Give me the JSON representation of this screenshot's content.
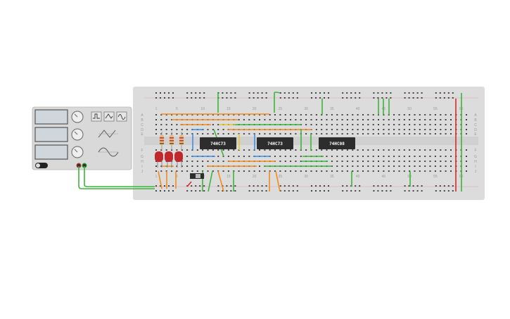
{
  "canvas": {
    "background": "#ffffff"
  },
  "breadboard": {
    "color": "#dcdcdc",
    "column_labels_top": [
      "1",
      "5",
      "10",
      "15",
      "20",
      "25",
      "30",
      "35",
      "40",
      "45",
      "50",
      "55",
      "60"
    ],
    "row_labels": [
      "A",
      "B",
      "C",
      "D",
      "E",
      "F",
      "G",
      "H",
      "I",
      "J"
    ]
  },
  "chips": [
    {
      "label": "74HC73"
    },
    {
      "label": "74HC73"
    },
    {
      "label": "74HC08"
    }
  ],
  "power_supply": {
    "icon": "power-supply-icon",
    "waveform_buttons": [
      "square-wave-icon",
      "triangle-wave-icon",
      "sine-wave-icon"
    ]
  },
  "leds": {
    "count": 3,
    "color": "#c0282d"
  },
  "resistors": {
    "count": 3
  },
  "colors": {
    "wire_orange": "#f08c1e",
    "wire_green": "#3cb43c",
    "wire_blue": "#3c8ce6",
    "wire_red": "#dc2828",
    "wire_yellow": "#e6c828",
    "chip_body": "#2d2d2d"
  }
}
